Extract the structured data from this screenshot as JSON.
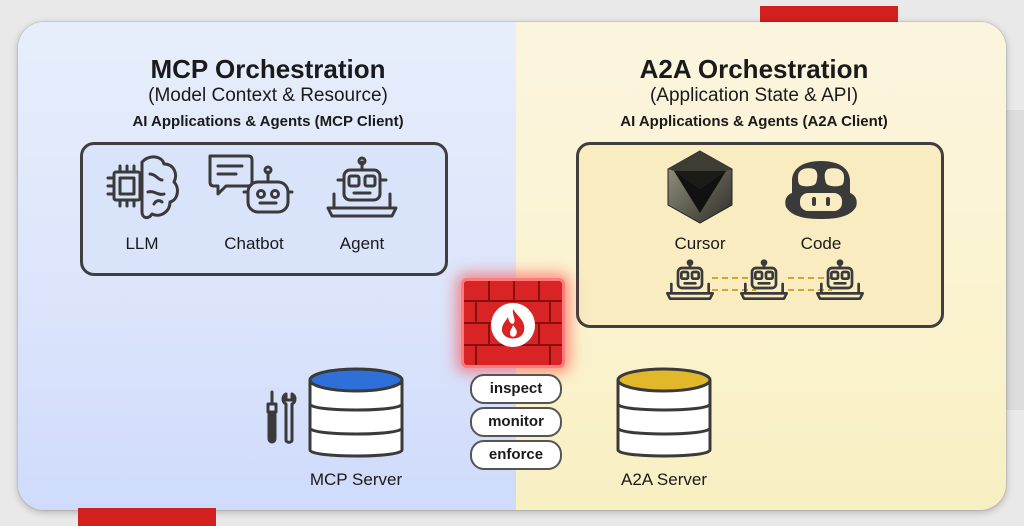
{
  "mcp": {
    "title": "MCP Orchestration",
    "subtitle": "(Model Context & Resource)",
    "client": "AI Applications & Agents (MCP Client)",
    "items": [
      {
        "label": "LLM",
        "icon": "brain-chip-icon"
      },
      {
        "label": "Chatbot",
        "icon": "chatbot-icon"
      },
      {
        "label": "Agent",
        "icon": "robot-laptop-icon"
      }
    ],
    "server": "MCP Server",
    "server_color": "#2f6fd8"
  },
  "a2a": {
    "title": "A2A Orchestration",
    "subtitle": "(Application State & API)",
    "client": "AI Applications & Agents (A2A Client)",
    "items": [
      {
        "label": "Cursor",
        "icon": "cursor-logo-icon"
      },
      {
        "label": "Code",
        "icon": "copilot-icon"
      }
    ],
    "server": "A2A Server",
    "server_color": "#e0b82a"
  },
  "firewall": {
    "icon": "firewall-flame-icon",
    "actions": [
      "inspect",
      "monitor",
      "enforce"
    ],
    "color": "#d82424"
  }
}
